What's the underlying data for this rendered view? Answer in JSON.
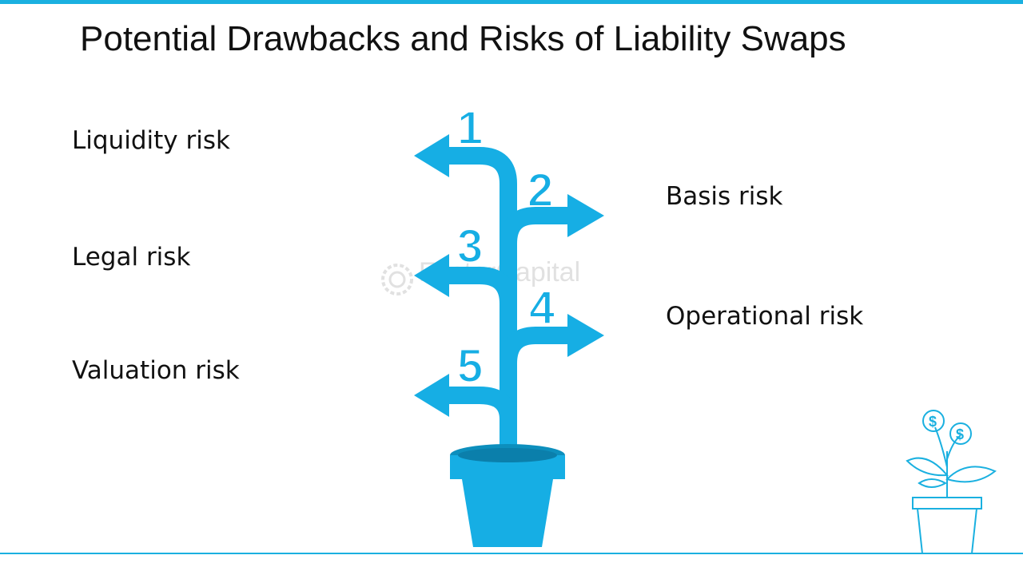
{
  "title": "Potential Drawbacks and Risks of Liability Swaps",
  "risks": {
    "liquidity": "Liquidity risk",
    "legal": "Legal risk",
    "valuation": "Valuation risk",
    "basis": "Basis risk",
    "operational": "Operational risk"
  },
  "branch_numbers": [
    "1",
    "2",
    "3",
    "4",
    "5"
  ],
  "watermark": "FasterCapital",
  "deco_symbol": "$",
  "colors": {
    "accent": "#1ab0e0",
    "plant": "#16aee4",
    "pot_dark": "#0d8fbd"
  }
}
